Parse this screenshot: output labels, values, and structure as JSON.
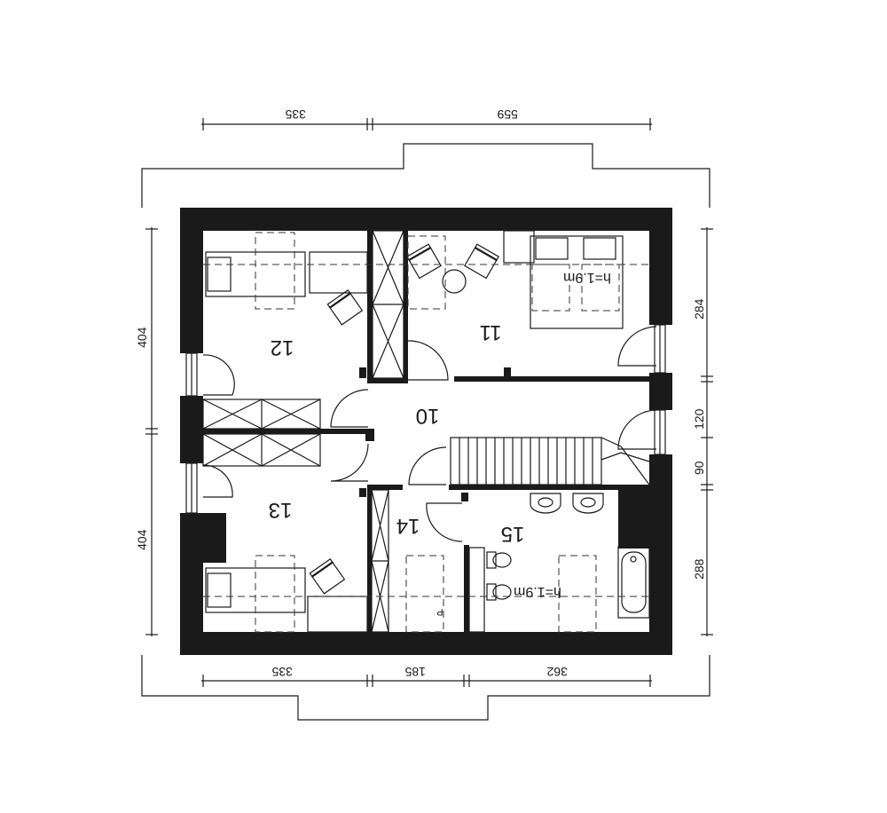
{
  "rooms": [
    {
      "id": "10",
      "label": "10"
    },
    {
      "id": "11",
      "label": "11"
    },
    {
      "id": "12",
      "label": "12"
    },
    {
      "id": "13",
      "label": "13"
    },
    {
      "id": "14",
      "label": "14"
    },
    {
      "id": "15",
      "label": "15"
    }
  ],
  "heights": {
    "room11": "h=1.9m",
    "room15": "h=1.9m"
  },
  "dimensions": {
    "top": [
      "335",
      "559"
    ],
    "bottom": [
      "335",
      "185",
      "362"
    ],
    "left": [
      "404",
      "404"
    ],
    "right": [
      "284",
      "120",
      "90",
      "288"
    ]
  },
  "misc": {
    "small_mark": "P"
  }
}
